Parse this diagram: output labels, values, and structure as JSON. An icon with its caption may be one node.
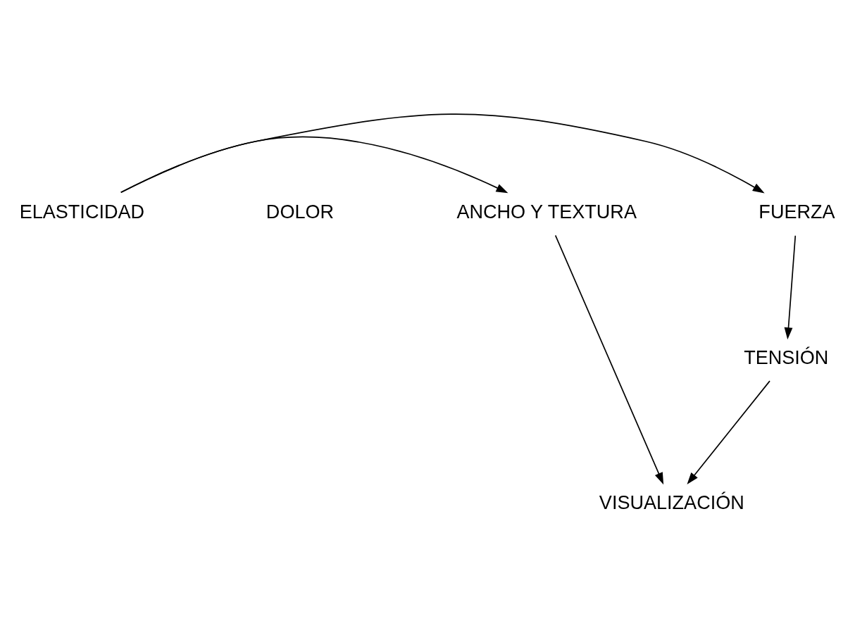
{
  "diagram": {
    "nodes": [
      {
        "text": [
          "ELASTICIDAD"
        ]
      },
      {
        "text": [
          "FUERZA"
        ]
      },
      {
        "text": [
          "ANCHO Y TEXTURA"
        ]
      },
      {
        "text": [
          "TENSIÓN"
        ]
      },
      {
        "text": [
          "VISUALIZACIÓN"
        ]
      }
    ],
    "edges": [
      {
        "from": 0,
        "to": 1,
        "arrow": "to"
      },
      {
        "from": 0,
        "to": 2,
        "arrow": "to"
      },
      {
        "from": 1,
        "to": 3,
        "arrow": "to"
      },
      {
        "from": 2,
        "to": 4,
        "arrow": "to"
      },
      {
        "from": 3,
        "to": 4,
        "arrow": "to"
      }
    ],
    "labels": [
      "DOLOR"
    ]
  }
}
